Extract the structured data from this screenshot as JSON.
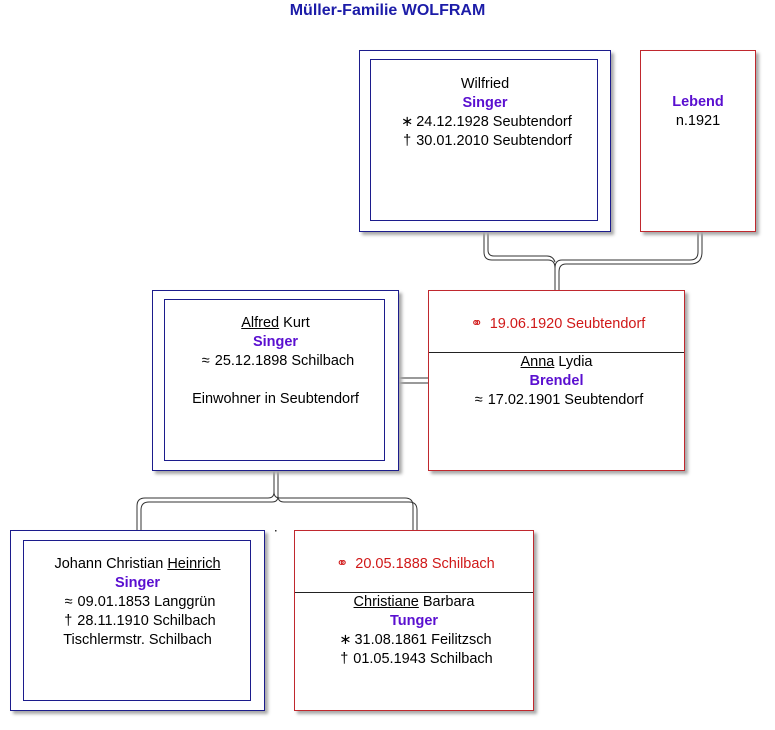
{
  "title": "Müller-Familie WOLFRAM",
  "symbols": {
    "birth": "∗",
    "death": "†",
    "baptism": "≈",
    "marriage": "⚭"
  },
  "wilfried": {
    "given": "Wilfried",
    "surname": "Singer",
    "birth": "24.12.1928 Seubtendorf",
    "death": "30.01.2010 Seubtendorf"
  },
  "living": {
    "label": "Lebend",
    "note": "n.1921"
  },
  "alfred": {
    "given_call": "Alfred",
    "given_rest": "Kurt",
    "surname": "Singer",
    "baptism": "25.12.1898 Schilbach",
    "note": "Einwohner in Seubtendorf"
  },
  "anna": {
    "marriage": "19.06.1920 Seubtendorf",
    "given_call": "Anna",
    "given_rest": "Lydia",
    "surname": "Brendel",
    "baptism": "17.02.1901 Seubtendorf"
  },
  "heinrich": {
    "given_rest": "Johann Christian",
    "given_call": "Heinrich",
    "surname": "Singer",
    "baptism": "09.01.1853 Langgrün",
    "death": "28.11.1910 Schilbach",
    "note": "Tischlermstr. Schilbach"
  },
  "christiane": {
    "marriage": "20.05.1888 Schilbach",
    "given_call": "Christiane",
    "given_rest": "Barbara",
    "surname": "Tunger",
    "birth": "31.08.1861 Feilitzsch",
    "death": "01.05.1943 Schilbach"
  }
}
